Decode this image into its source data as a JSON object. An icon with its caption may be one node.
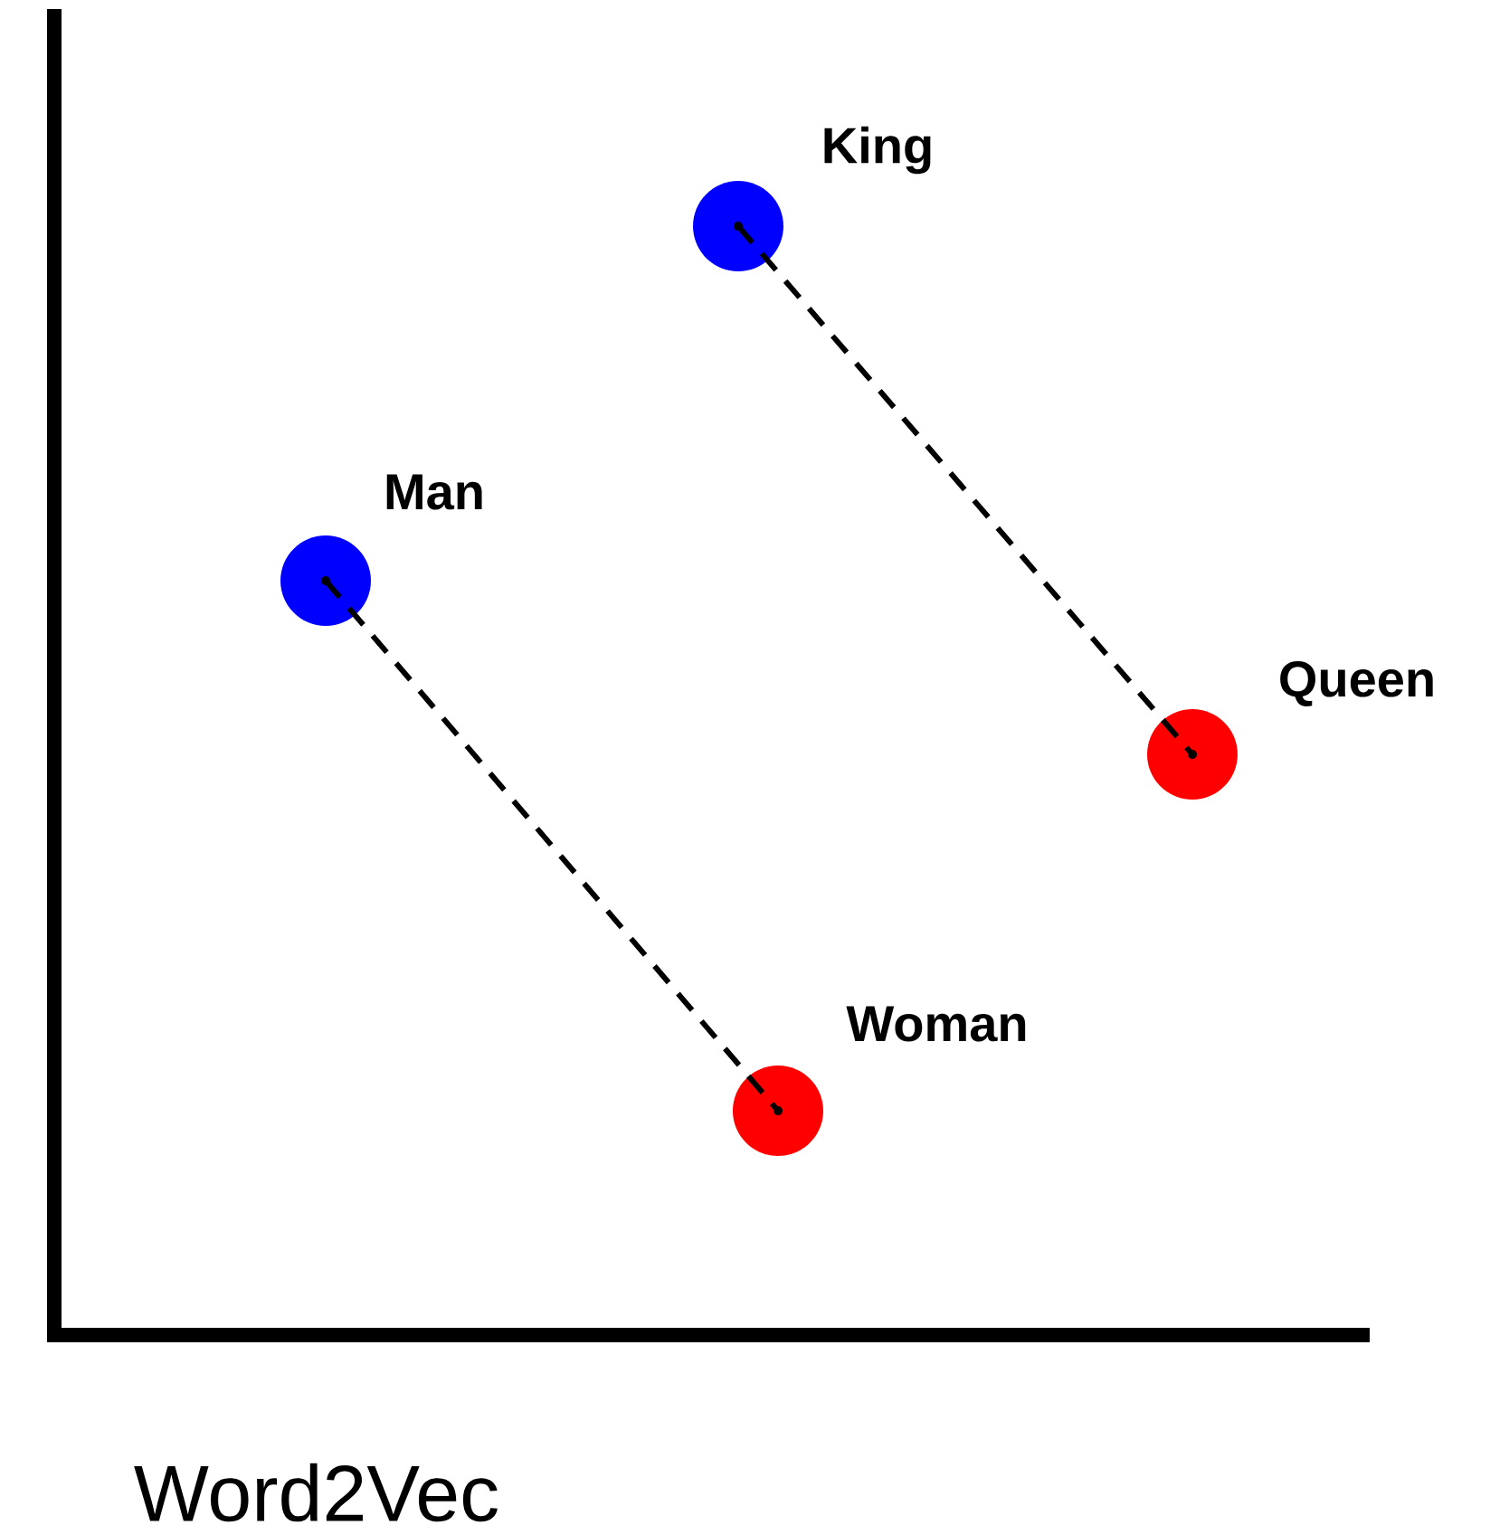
{
  "diagram": {
    "caption": "Word2Vec",
    "nodes": [
      {
        "text": [],
        "shape": "circle",
        "beside": [
          "King"
        ]
      },
      {
        "text": [],
        "shape": "circle",
        "beside": [
          "Man"
        ]
      },
      {
        "text": [],
        "shape": "circle",
        "beside": [
          "Queen"
        ]
      },
      {
        "text": [],
        "shape": "circle",
        "beside": [
          "Woman"
        ]
      }
    ],
    "edges": [
      {
        "from": 0,
        "to": 2,
        "arrow": "none",
        "style": "dashed"
      },
      {
        "from": 1,
        "to": 3,
        "arrow": "none",
        "style": "dashed"
      }
    ]
  }
}
